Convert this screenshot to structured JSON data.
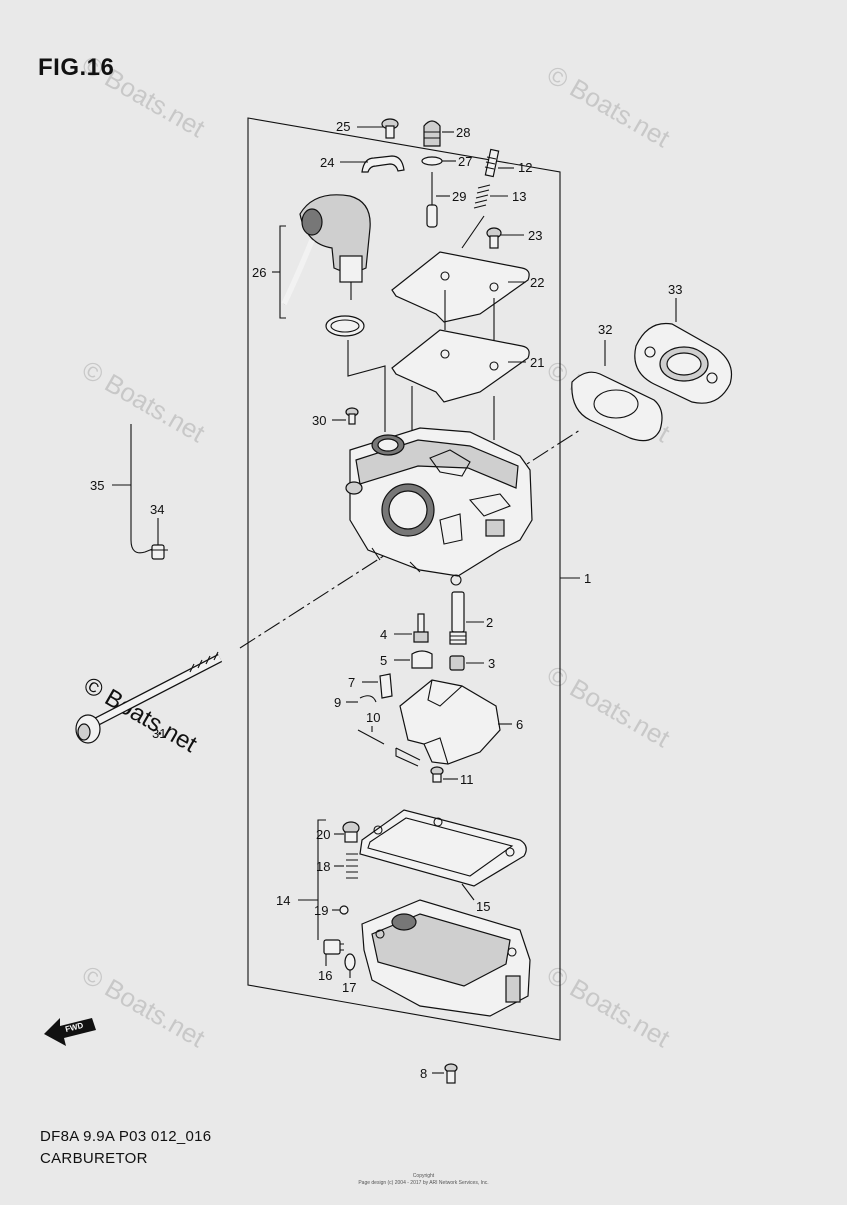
{
  "figure": {
    "title": "FIG.16",
    "model_code": "DF8A 9.9A P03 012_016",
    "part_name": "CARBURETOR",
    "copyright_line1": "Copyright",
    "copyright_line2": "Page design (c) 2004 - 2017 by ARI Network Services, Inc."
  },
  "watermarks": [
    {
      "text": "© Boats.net",
      "variant": "light"
    },
    {
      "text": "© Boats.net",
      "variant": "light"
    },
    {
      "text": "© Boats.net",
      "variant": "light"
    },
    {
      "text": "© Boats.net",
      "variant": "light"
    },
    {
      "text": "© Boats.net",
      "variant": "light"
    },
    {
      "text": "© Boats.net",
      "variant": "light"
    },
    {
      "text": "© Boats.net",
      "variant": "light"
    },
    {
      "text": "© Boats.net",
      "variant": "dark"
    }
  ],
  "callouts": [
    "1",
    "2",
    "3",
    "4",
    "5",
    "6",
    "7",
    "8",
    "9",
    "10",
    "11",
    "12",
    "13",
    "14",
    "15",
    "16",
    "17",
    "18",
    "19",
    "20",
    "21",
    "22",
    "23",
    "24",
    "25",
    "26",
    "27",
    "28",
    "29",
    "30",
    "31",
    "32",
    "33",
    "34",
    "35"
  ],
  "direction_marker": {
    "label": "FWD",
    "icon": "forward-arrow-icon"
  },
  "colors": {
    "background": "#e9e9e9",
    "line": "#111111",
    "watermark": "#c8c8c8"
  }
}
